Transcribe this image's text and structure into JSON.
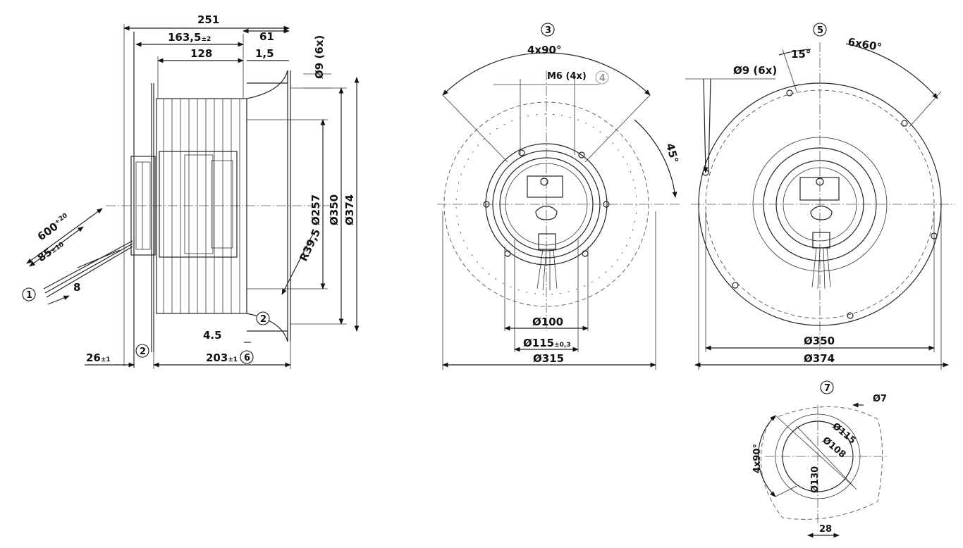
{
  "side_view": {
    "dim_251": "251",
    "dim_163": "163,5",
    "dim_163_tol": "±2",
    "dim_61": "61",
    "dim_128": "128",
    "dim_1_5": "1,5",
    "dim_9_6x": "Ø9 (6x)",
    "dim_257": "Ø257",
    "dim_350": "Ø350",
    "dim_374": "Ø374",
    "dim_r39": "R39,5",
    "dim_600": "600",
    "dim_600_tol": "+20",
    "dim_85": "85",
    "dim_85_tol": "±10",
    "dim_8": "8",
    "dim_4_5": "4.5",
    "dim_26": "26",
    "dim_26_tol": "±1",
    "dim_203": "203",
    "dim_203_tol": "±1",
    "callout_1": "1",
    "callout_2a": "2",
    "callout_2b": "2",
    "callout_6": "6"
  },
  "front_view": {
    "callout_3": "3",
    "dim_4x90": "4x90°",
    "dim_m6": "M6 (4x)",
    "callout_4": "4",
    "dim_45": "45°",
    "dim_100": "Ø100",
    "dim_115": "Ø115",
    "dim_115_tol": "±0,3",
    "dim_315": "Ø315"
  },
  "rear_view": {
    "callout_5": "5",
    "dim_9_6x": "Ø9 (6x)",
    "dim_15": "15°",
    "dim_6x60": "6x60°",
    "dim_350": "Ø350",
    "dim_374": "Ø374"
  },
  "detail_view": {
    "callout_7": "7",
    "dim_7": "Ø7",
    "dim_115": "Ø115",
    "dim_108": "Ø108",
    "dim_130": "Ø130",
    "dim_4x90": "4x90°",
    "dim_28": "28"
  }
}
